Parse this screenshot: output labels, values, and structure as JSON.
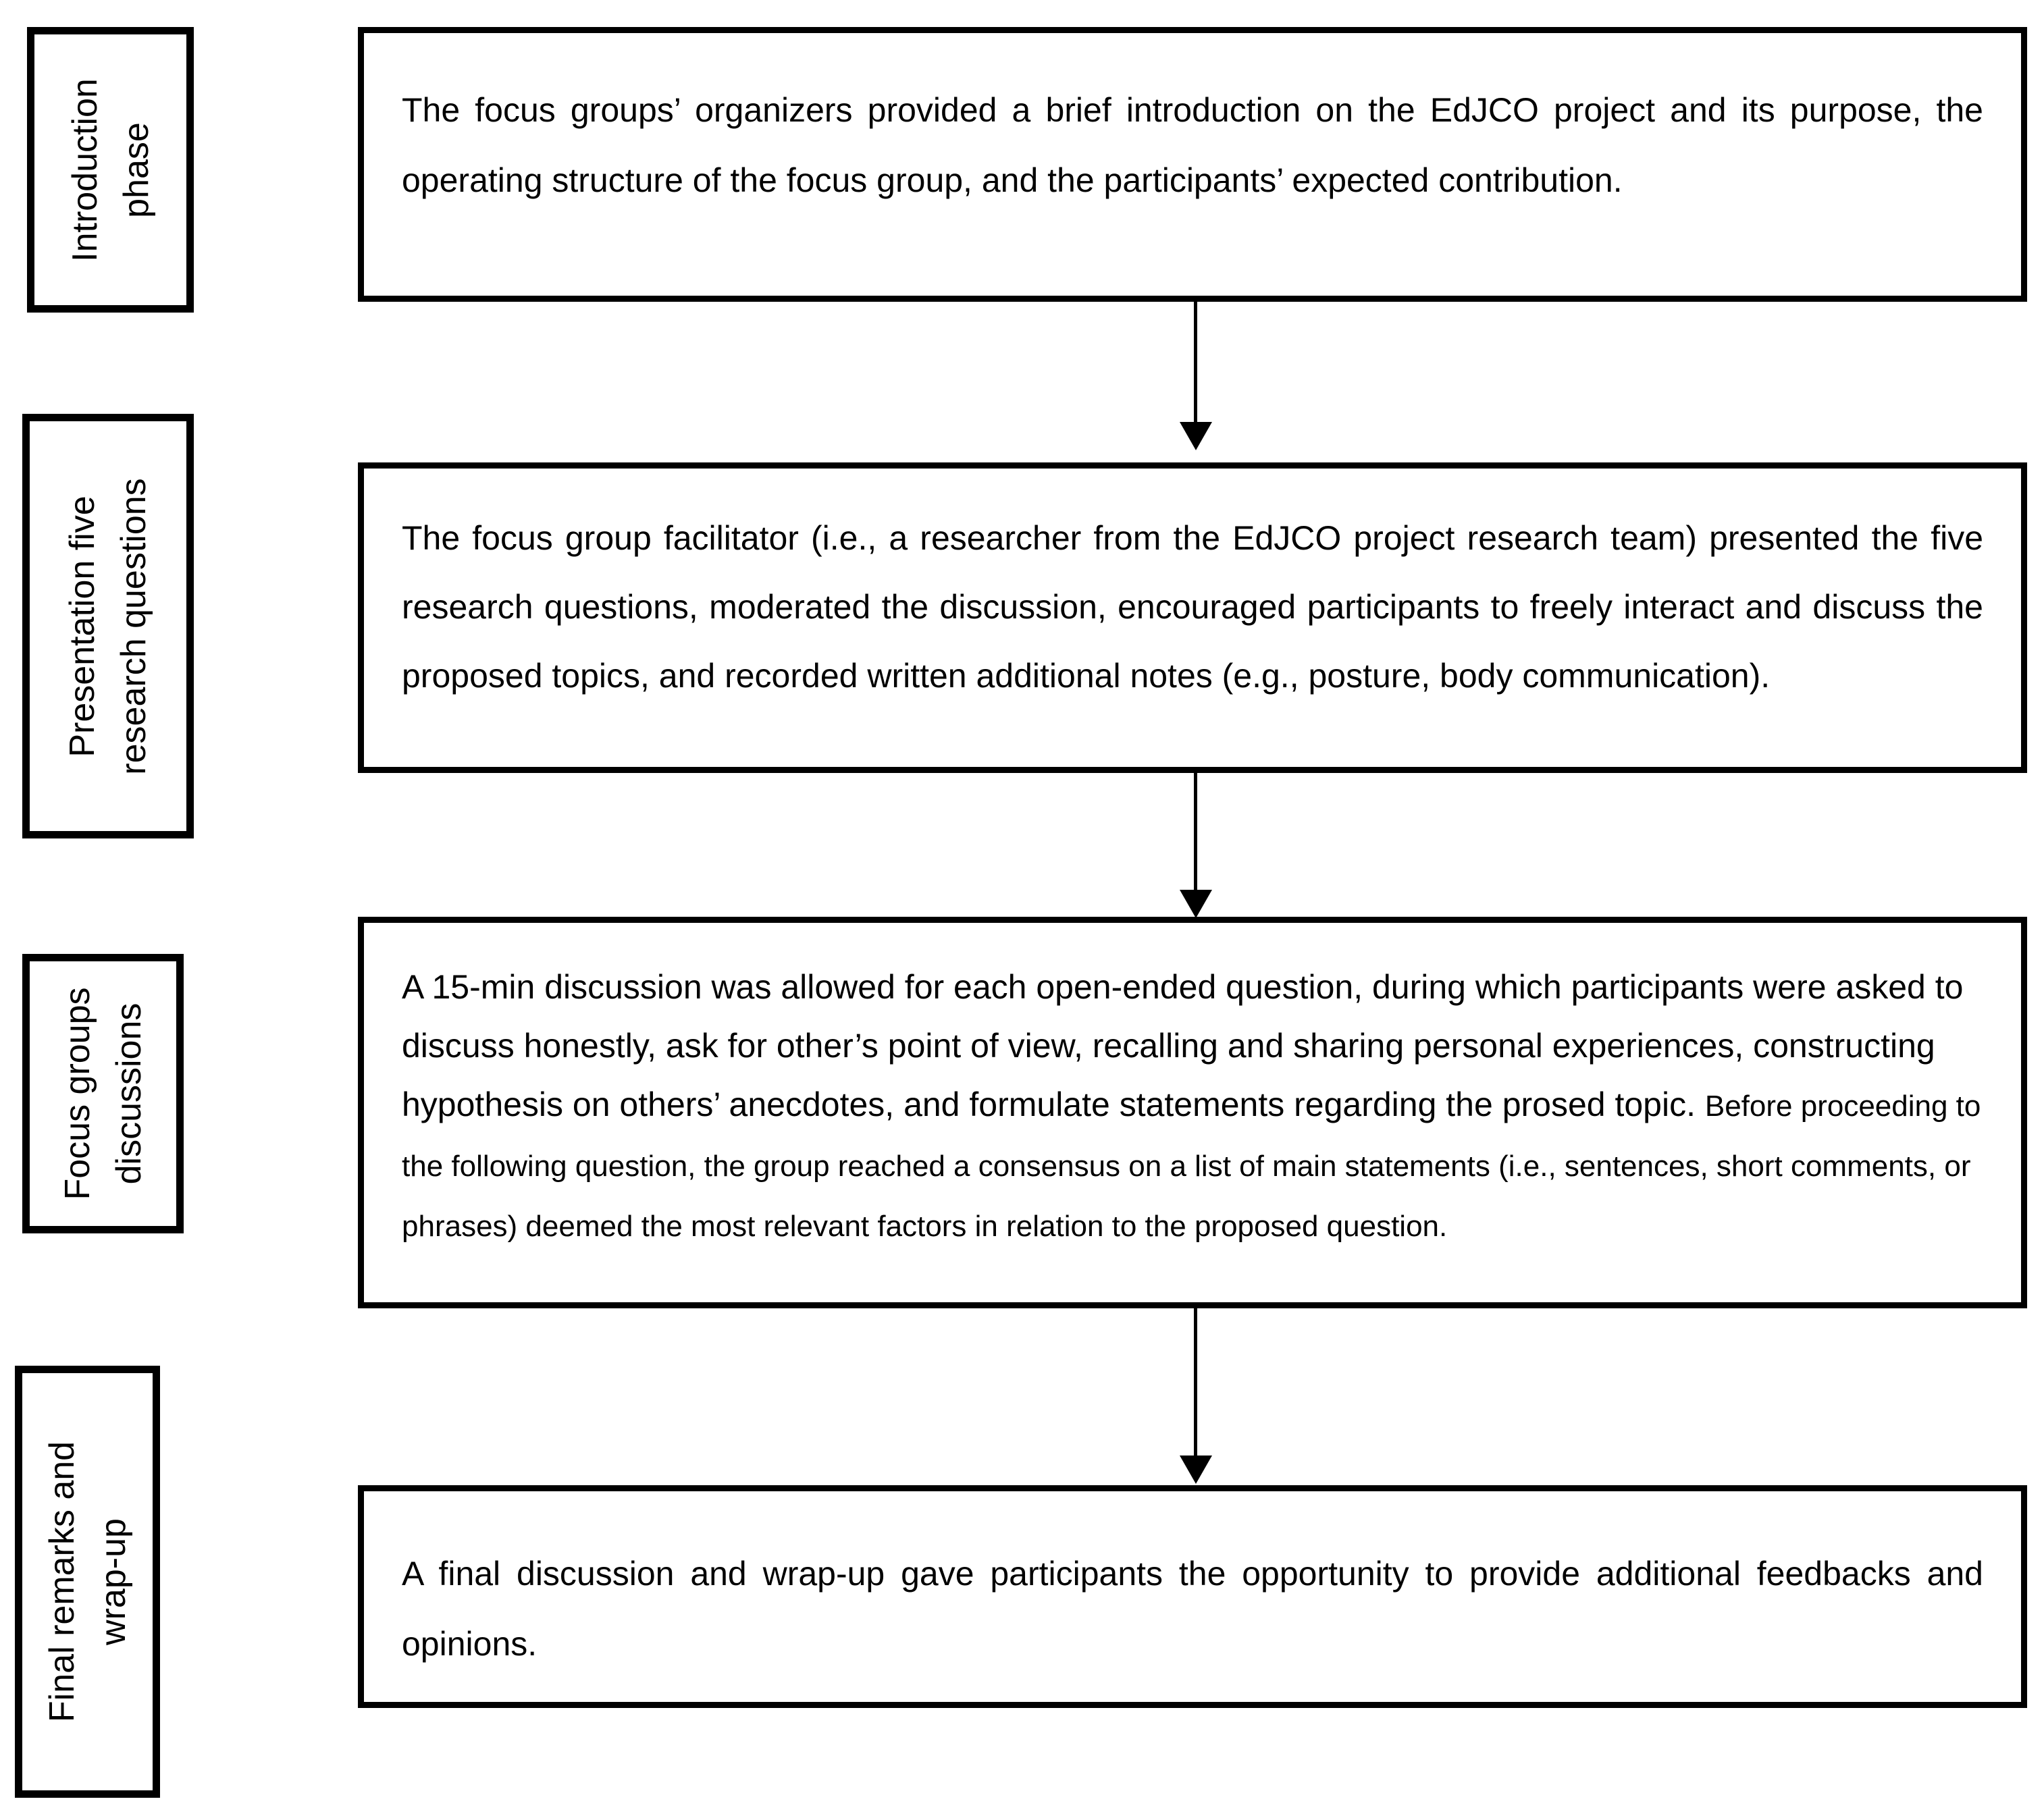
{
  "diagram": {
    "colors": {
      "border": "#000000",
      "background": "#ffffff",
      "text": "#000000"
    },
    "phases": [
      {
        "label": "Introduction\nphase",
        "description": "The focus groups’ organizers provided a brief introduction on the EdJCO project and its purpose, the operating structure of the focus group, and the participants’ expected contribution."
      },
      {
        "label": "Presentation five\nresearch questions",
        "description": "The focus group facilitator (i.e., a researcher from the EdJCO project research team) presented the five research questions, moderated the discussion, encouraged participants to freely interact and discuss the proposed topics, and recorded written additional notes (e.g., posture, body communication)."
      },
      {
        "label": "Focus groups\ndiscussions",
        "description_main": "A 15-min discussion was allowed for each open-ended question, during which participants were asked to discuss honestly, ask for other’s point of view, recalling and sharing personal experiences, constructing hypothesis on others’ anecdotes, and formulate statements regarding the prosed topic. ",
        "description_note": "Before proceeding to the following question, the group reached a consensus on a list of main statements (i.e., sentences, short comments, or phrases) deemed the most relevant factors in relation to the proposed question."
      },
      {
        "label": "Final remarks and\nwrap-up",
        "description": "A final discussion and wrap-up gave participants the opportunity to provide additional feedbacks and opinions."
      }
    ]
  }
}
